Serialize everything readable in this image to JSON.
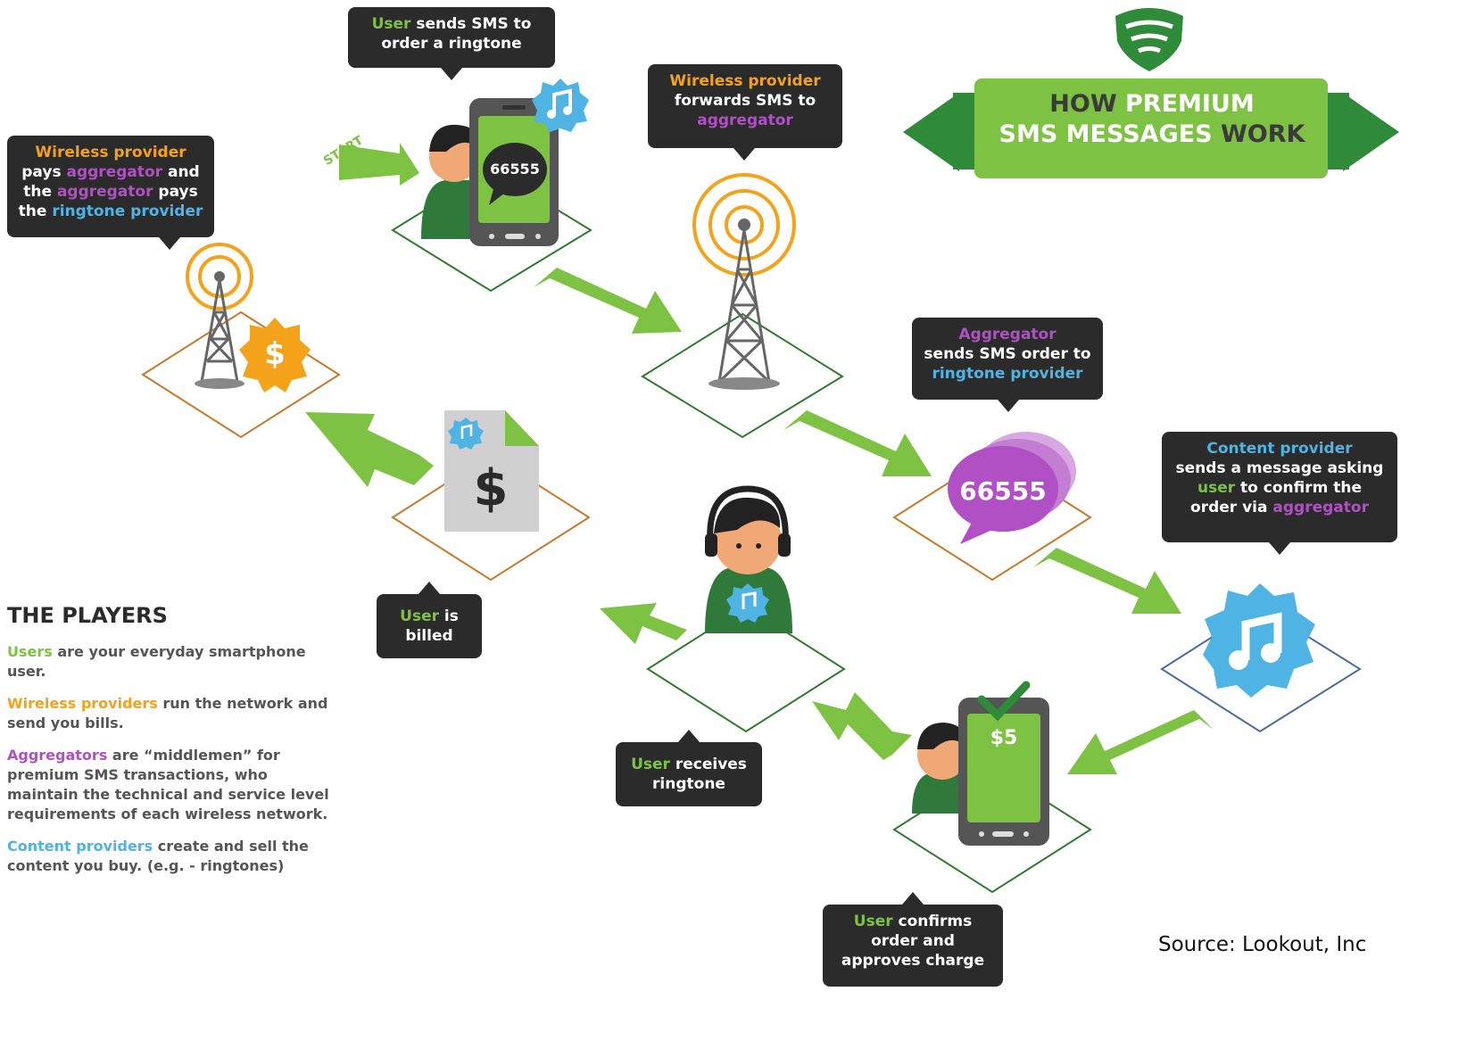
{
  "title": {
    "line1_a": "HOW ",
    "line1_b": "PREMIUM",
    "line2_a": "SMS MESSAGES ",
    "line2_b": "WORK"
  },
  "start_label": "START",
  "bubbles": {
    "user_sends": {
      "part1": "User",
      "part2": " sends SMS to",
      "part3": "order a ringtone"
    },
    "wp_forwards": {
      "part1": "Wireless provider",
      "part2": "forwards SMS to",
      "part3": "aggregator"
    },
    "wp_pays": {
      "l1": "Wireless provider",
      "l2a": "pays ",
      "l2b": "aggregator",
      "l2c": " and",
      "l3a": "the ",
      "l3b": "aggregator",
      "l3c": " pays",
      "l4a": "the ",
      "l4b": "ringtone provider"
    },
    "agg_sends": {
      "part1": "Aggregator",
      "part2": "sends SMS order to",
      "part3": "ringtone provider"
    },
    "cp_sends": {
      "l1": "Content provider",
      "l2": "sends a message asking",
      "l3a": "user",
      "l3b": " to confirm the",
      "l4a": "order via ",
      "l4b": "aggregator"
    },
    "user_billed": {
      "part1": "User",
      "part2": " is",
      "part3": "billed"
    },
    "user_receives": {
      "part1": "User",
      "part2": " receives",
      "part3": "ringtone"
    },
    "user_confirms": {
      "part1": "User",
      "part2": " confirms",
      "part3": "order and",
      "part4": "approves charge"
    }
  },
  "phone_number": "66555",
  "bubble_number": "66555",
  "price": "$5",
  "dollar": "$",
  "players": {
    "heading": "THE PLAYERS",
    "users_a": "Users",
    "users_b": " are your everyday smartphone user.",
    "wireless_a": "Wireless providers",
    "wireless_b": " run the network and send you bills.",
    "agg_a": "Aggregators",
    "agg_b": " are “middlemen” for premium SMS transactions, who maintain the technical and service level requirements of each wireless network.",
    "content_a": "Content providers",
    "content_b": " create and sell the content you buy. (e.g. - ringtones)"
  },
  "source": "Source: Lookout, Inc",
  "colors": {
    "green": "#7dc243",
    "dark_green": "#2f8a3a",
    "orange": "#f5a21b",
    "purple": "#b14fc5",
    "blue": "#4fb3e3",
    "bubble_bg": "#2b2b2b"
  },
  "icons": [
    "lookout-shield-icon",
    "cell-tower-icon",
    "music-note-icon",
    "dollar-badge-icon",
    "bill-document-icon",
    "phone-icon",
    "headphones-icon",
    "checkmark-icon",
    "sms-bubble-icon"
  ]
}
